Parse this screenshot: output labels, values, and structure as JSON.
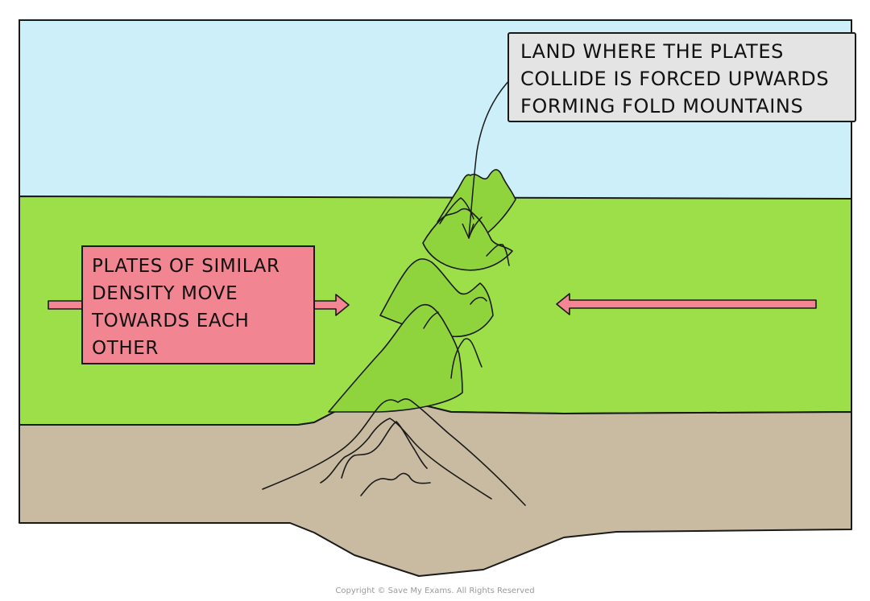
{
  "colors": {
    "sky": "#cdeffa",
    "land": "#9ddf48",
    "mantle": "#c9bba1",
    "arrow": "#f48593",
    "label_fill_grey": "#e4e4e4",
    "label_fill_pink": "#f28592",
    "outline": "#1a1a1a"
  },
  "labels": {
    "fold_mountains": {
      "lines": [
        "LAND WHERE THE PLATES",
        "COLLIDE IS FORCED UPWARDS",
        "FORMING FOLD MOUNTAINS"
      ]
    },
    "plates_movement": {
      "lines": [
        "PLATES OF SIMILAR",
        "DENSITY MOVE",
        "TOWARDS EACH",
        "OTHER"
      ]
    }
  },
  "arrows": {
    "left_plate_direction": "right",
    "right_plate_direction": "left"
  },
  "copyright": "Copyright © Save My Exams. All Rights Reserved"
}
